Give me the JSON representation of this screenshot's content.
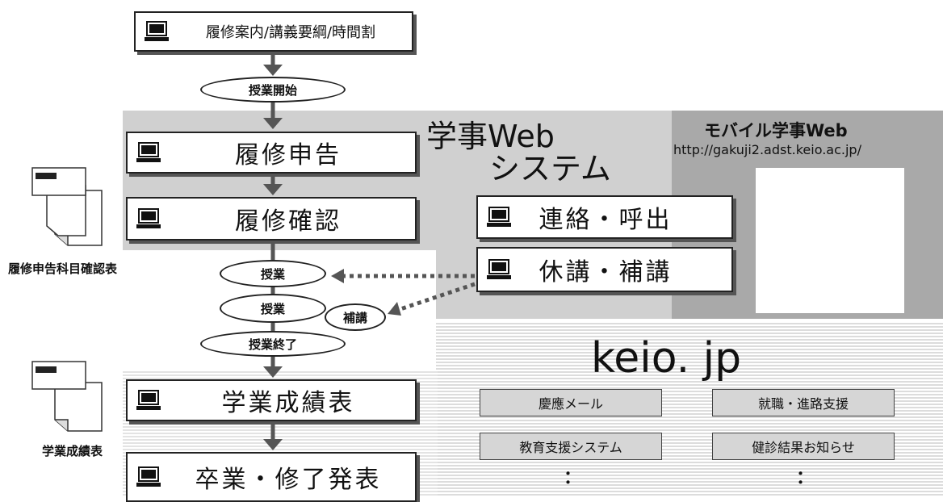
{
  "flow": {
    "step1": "履修案内/講義要綱/時間割",
    "start": "授業開始",
    "step2": "履修申告",
    "step3": "履修確認",
    "class1": "授業",
    "class2": "授業",
    "makeup": "補講",
    "end": "授業終了",
    "step4": "学業成績表",
    "step5": "卒業・修了発表"
  },
  "docs": {
    "doc1_label": "履修申告科目確認表",
    "doc2_label": "学業成績表"
  },
  "web_system": {
    "title_line1": "学事Web",
    "title_line2": "システム",
    "contact": "連絡・呼出",
    "cancel": "休講・補講"
  },
  "mobile": {
    "title": "モバイル学事Web",
    "url": "http://gakuji2.adst.keio.ac.jp/"
  },
  "keio": {
    "title": "keio. jp",
    "services": [
      "慶應メール",
      "就職・進路支援",
      "教育支援システム",
      "健診結果お知らせ"
    ],
    "more": "："
  }
}
